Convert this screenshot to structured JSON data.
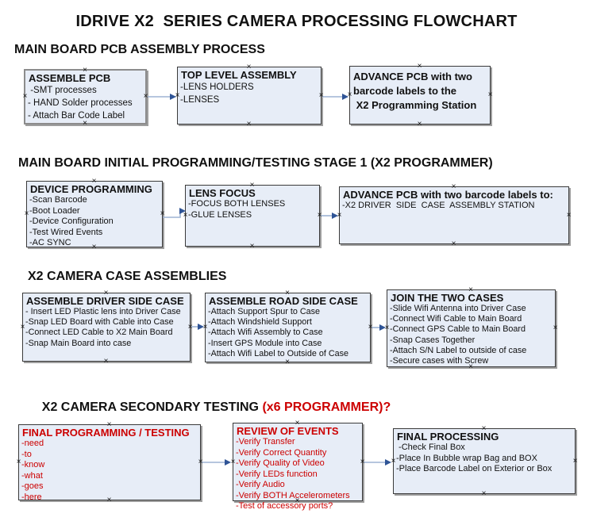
{
  "title": "IDRIVE X2  SERIES CAMERA PROCESSING FLOWCHART",
  "icons": {
    "connection_handle": "×"
  },
  "colors": {
    "box_fill": "#e7edf7",
    "box_border": "#3a3a3a",
    "red": "#cc0000",
    "arrow_line": "#9db3d4",
    "arrow_head": "#2f5496",
    "handle": "#111111"
  },
  "sections": [
    {
      "heading": "MAIN BOARD PCB ASSEMBLY PROCESS"
    },
    {
      "heading": "MAIN BOARD INITIAL PROGRAMMING/TESTING STAGE 1 (X2 PROGRAMMER)"
    },
    {
      "heading": "X2 CAMERA CASE ASSEMBLIES"
    },
    {
      "heading": "X2 CAMERA SECONDARY TESTING ",
      "heading_red": "(x6 PROGRAMMER)?"
    }
  ],
  "boxes": {
    "assemble_pcb": {
      "title": "ASSEMBLE PCB",
      "items": [
        " -SMT processes",
        "- HAND Solder processes",
        "- Attach Bar Code Label"
      ]
    },
    "top_level_assembly": {
      "title": "TOP LEVEL ASSEMBLY",
      "items": [
        "-LENS HOLDERS",
        "-LENSES"
      ]
    },
    "advance_pcb_to_programming": {
      "lines": [
        "ADVANCE PCB with two",
        "barcode labels to the",
        " X2 Programming Station"
      ]
    },
    "device_programming": {
      "title": "DEVICE PROGRAMMING",
      "items": [
        "-Scan Barcode",
        "-Boot Loader",
        "-Device Configuration",
        "-Test Wired Events",
        "-AC SYNC"
      ]
    },
    "lens_focus": {
      "title": "LENS FOCUS",
      "items": [
        "-FOCUS BOTH LENSES",
        "-GLUE LENSES"
      ]
    },
    "advance_pcb_to_driver_side": {
      "title": "ADVANCE PCB with two barcode labels to:",
      "items": [
        "-X2 DRIVER  SIDE  CASE  ASSEMBLY STATION"
      ]
    },
    "assemble_driver_side_case": {
      "title": "ASSEMBLE DRIVER SIDE CASE",
      "items": [
        "- Insert LED Plastic lens into Driver Case",
        "-Snap LED Board with Cable into Case",
        "-Connect LED Cable to X2 Main Board",
        "-Snap Main Board into case"
      ]
    },
    "assemble_road_side_case": {
      "title": "ASSEMBLE ROAD SIDE CASE",
      "items": [
        "-Attach Support Spur to Case",
        "-Attach Windshield Support",
        "-Attach Wifi Assembly to Case",
        "-Insert GPS Module into Case",
        "-Attach Wifi Label to Outside of Case"
      ]
    },
    "join_the_two_cases": {
      "title": "JOIN THE TWO CASES",
      "items": [
        "-Slide Wifi Antenna into Driver Case",
        "-Connect Wifi Cable to Main Board",
        "-Connect GPS Cable to Main Board",
        "-Snap Cases Together",
        "-Attach S/N Label to outside of case",
        "-Secure cases with Screw"
      ]
    },
    "final_programming_testing": {
      "title": "FINAL PROGRAMMING / TESTING",
      "items": [
        "-need",
        "-to",
        "-know",
        "-what",
        "-goes",
        "-here"
      ]
    },
    "review_of_events": {
      "title": "REVIEW OF EVENTS",
      "items": [
        "-Verify Transfer",
        "-Verify Correct Quantity",
        "-Verify Quality of Video",
        "-Verify LEDs function",
        "-Verify Audio",
        "-Verify BOTH Accelerometers",
        "-Test of accessory ports?"
      ]
    },
    "final_processing": {
      "title": "FINAL PROCESSING",
      "items": [
        " -Check Final Box",
        "-Place In Bubble wrap Bag and BOX",
        "-Place Barcode Label on Exterior or Box"
      ]
    }
  }
}
